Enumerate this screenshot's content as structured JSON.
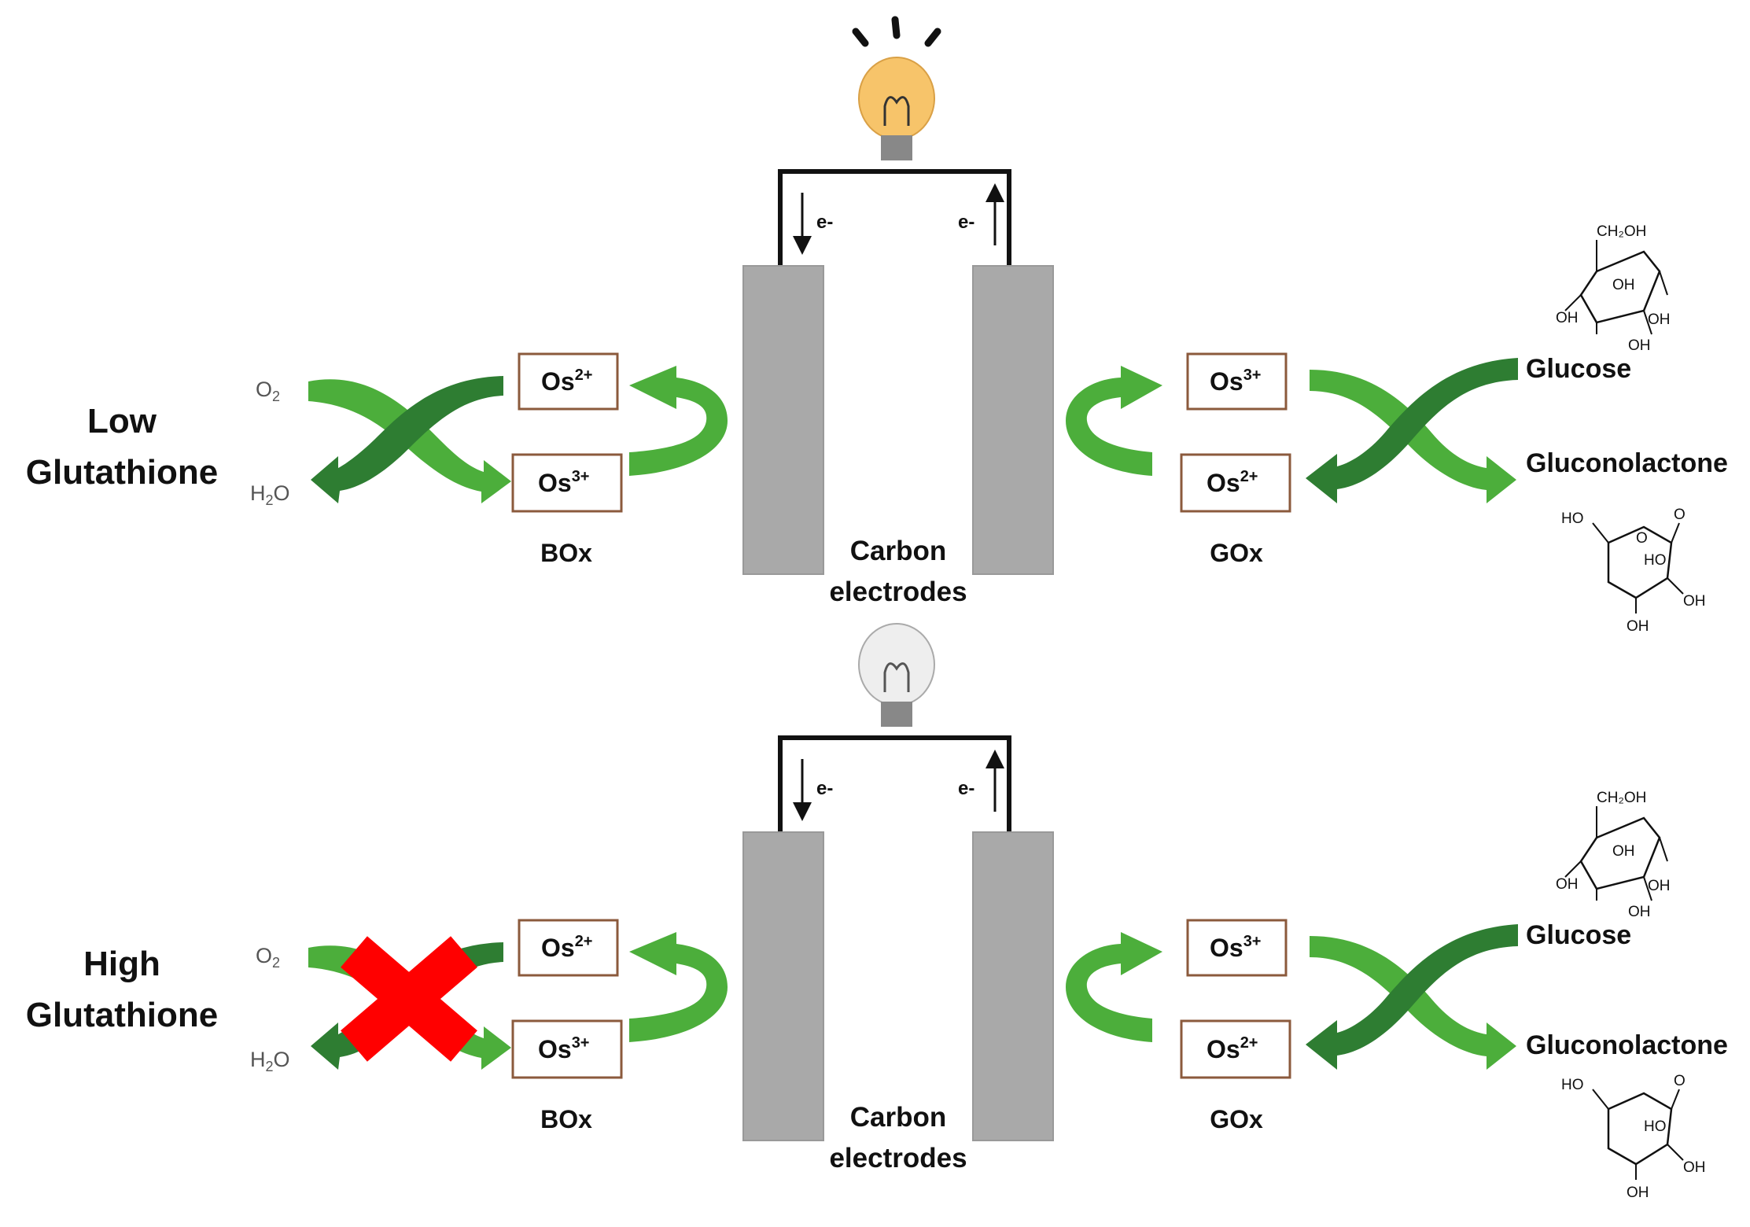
{
  "colors": {
    "arrow_dark": "#2e7d32",
    "arrow_light": "#4cae3b",
    "electrode": "#a9a9a9",
    "box_border": "#8b5a3c",
    "bulb_on": "#f7c46a",
    "bulb_off": "#eeeeee",
    "block_mark": "#ff0000"
  },
  "panels": [
    {
      "condition_line1": "Low",
      "condition_line2": "Glutathione",
      "bulb_state": "on",
      "blocked": false,
      "electron_left": "e-",
      "electron_right": "e-",
      "electrodes_line1": "Carbon",
      "electrodes_line2": "electrodes",
      "cathode": {
        "enzyme": "BOx",
        "oxidant": "O",
        "oxidant_sub": "2",
        "product": "H",
        "product_sub": "2",
        "product_tail": "O",
        "box_top": {
          "base": "Os",
          "sup": "2+"
        },
        "box_bottom": {
          "base": "Os",
          "sup": "3+"
        }
      },
      "anode": {
        "enzyme": "GOx",
        "substrate": "Glucose",
        "product": "Gluconolactone",
        "box_top": {
          "base": "Os",
          "sup": "3+"
        },
        "box_bottom": {
          "base": "Os",
          "sup": "2+"
        }
      },
      "glucose_structure": {
        "ch2oh": "CH₂OH",
        "oh": "OH"
      },
      "gluconolactone_structure": {
        "ho": "HO",
        "o": "O",
        "oh": "OH"
      }
    },
    {
      "condition_line1": "High",
      "condition_line2": "Glutathione",
      "bulb_state": "off",
      "blocked": true,
      "electron_left": "e-",
      "electron_right": "e-",
      "electrodes_line1": "Carbon",
      "electrodes_line2": "electrodes",
      "cathode": {
        "enzyme": "BOx",
        "oxidant": "O",
        "oxidant_sub": "2",
        "product": "H",
        "product_sub": "2",
        "product_tail": "O",
        "box_top": {
          "base": "Os",
          "sup": "2+"
        },
        "box_bottom": {
          "base": "Os",
          "sup": "3+"
        }
      },
      "anode": {
        "enzyme": "GOx",
        "substrate": "Glucose",
        "product": "Gluconolactone",
        "box_top": {
          "base": "Os",
          "sup": "3+"
        },
        "box_bottom": {
          "base": "Os",
          "sup": "2+"
        }
      },
      "glucose_structure": {
        "ch2oh": "CH₂OH",
        "oh": "OH"
      },
      "gluconolactone_structure": {
        "ho": "HO",
        "o": "O",
        "oh": "OH"
      }
    }
  ]
}
